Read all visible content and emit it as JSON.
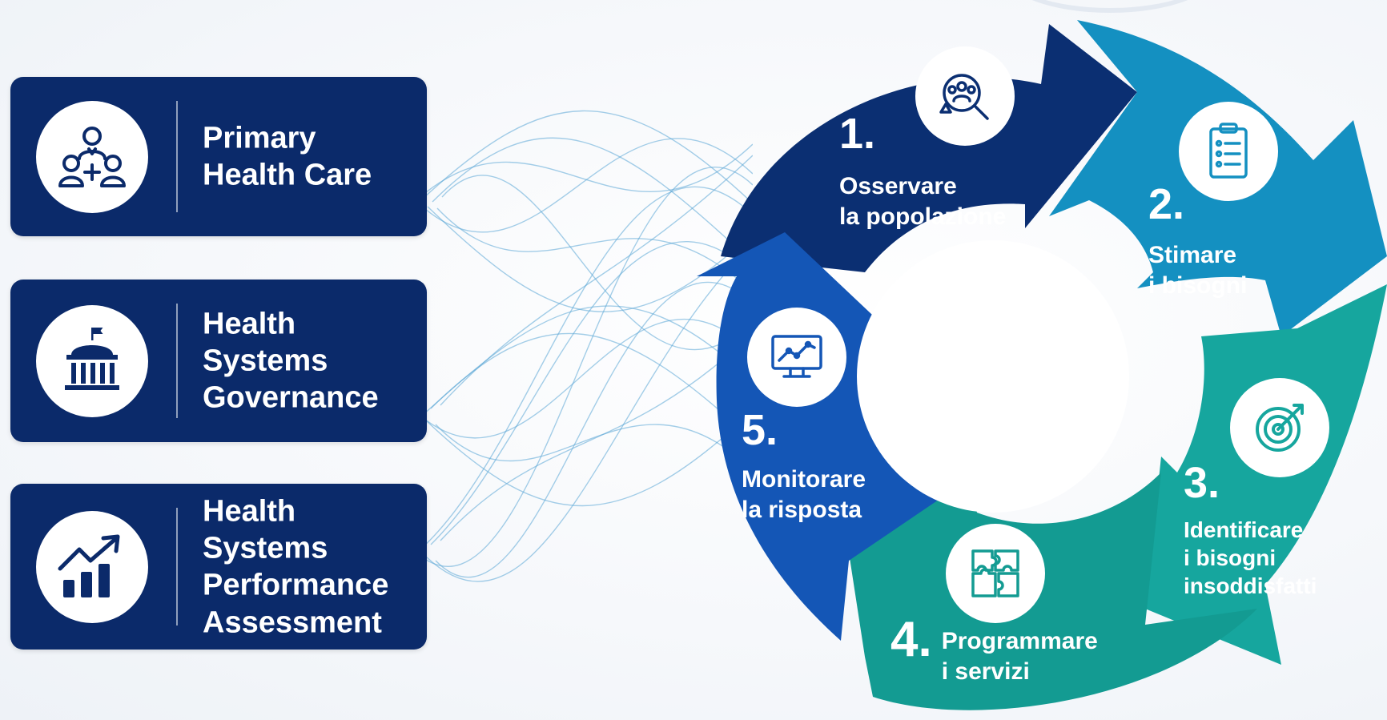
{
  "cards": [
    {
      "label": "Primary\nHealth Care",
      "icon": "healthcare-team-icon"
    },
    {
      "label": "Health Systems\nGovernance",
      "icon": "government-building-icon"
    },
    {
      "label": "Health Systems\nPerformance\nAssessment",
      "icon": "growth-chart-icon"
    }
  ],
  "cycle": [
    {
      "number": "1.",
      "label": "Osservare\nla popolazione",
      "color": "#0b2f72",
      "icon": "population-search-icon"
    },
    {
      "number": "2.",
      "label": "Stimare\ni bisogni",
      "color": "#1490c1",
      "icon": "clipboard-checklist-icon"
    },
    {
      "number": "3.",
      "label": "Identificare\ni bisogni\ninsoddisfatti",
      "color": "#16a69e",
      "icon": "target-icon"
    },
    {
      "number": "4.",
      "label": "Programmare\ni servizi",
      "color": "#139b92",
      "icon": "puzzle-icon"
    },
    {
      "number": "5.",
      "label": "Monitorare\nla risposta",
      "color": "#1456b6",
      "icon": "monitor-chart-icon"
    }
  ],
  "colors": {
    "card_bg": "#0b2a6a",
    "line": "#5aa6d6",
    "icon_stroke": "#0b2a6a"
  }
}
